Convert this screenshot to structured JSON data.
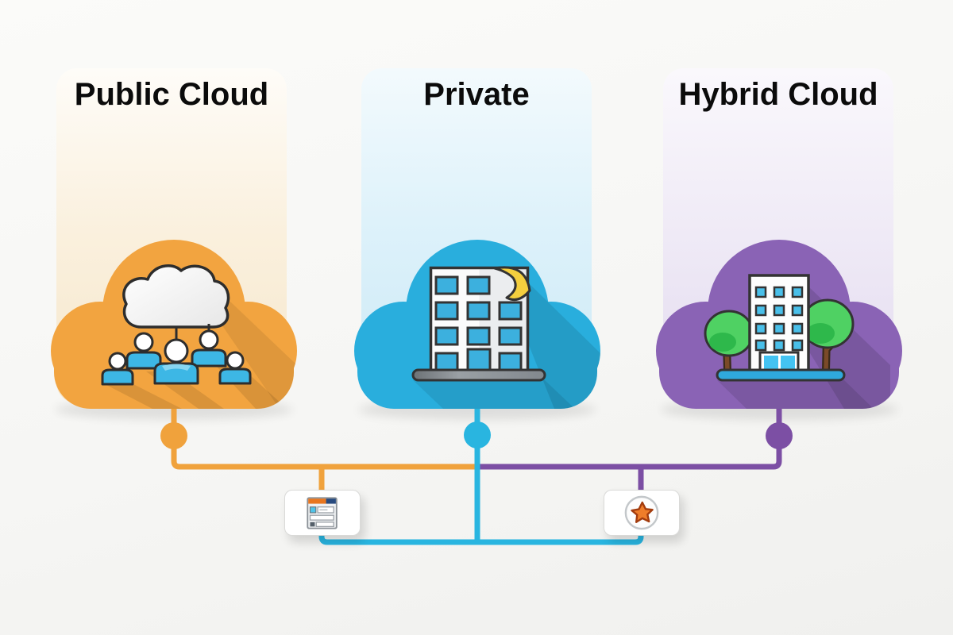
{
  "background_color": "#F6F6F4",
  "panels": [
    {
      "name": "public-cloud",
      "label": "Public Cloud",
      "accent_color": "#F2A440",
      "panel_tint": "#F6E7CD",
      "illustration": "cloud-with-connected-users"
    },
    {
      "name": "private-cloud",
      "label": "Private",
      "accent_color": "#29AEDD",
      "panel_tint": "#CDE9F6",
      "illustration": "office-building-with-page-curl"
    },
    {
      "name": "hybrid-cloud",
      "label": "Hybrid Cloud",
      "accent_color": "#8A63B5",
      "panel_tint": "#E3DBEF",
      "illustration": "building-with-trees"
    }
  ],
  "connectors": {
    "public_line_color": "#F0A23C",
    "private_line_color": "#29B5E0",
    "hybrid_line_color": "#7C4FA4"
  },
  "link_icons": [
    {
      "name": "browser-window-icon"
    },
    {
      "name": "star-badge-icon"
    }
  ]
}
